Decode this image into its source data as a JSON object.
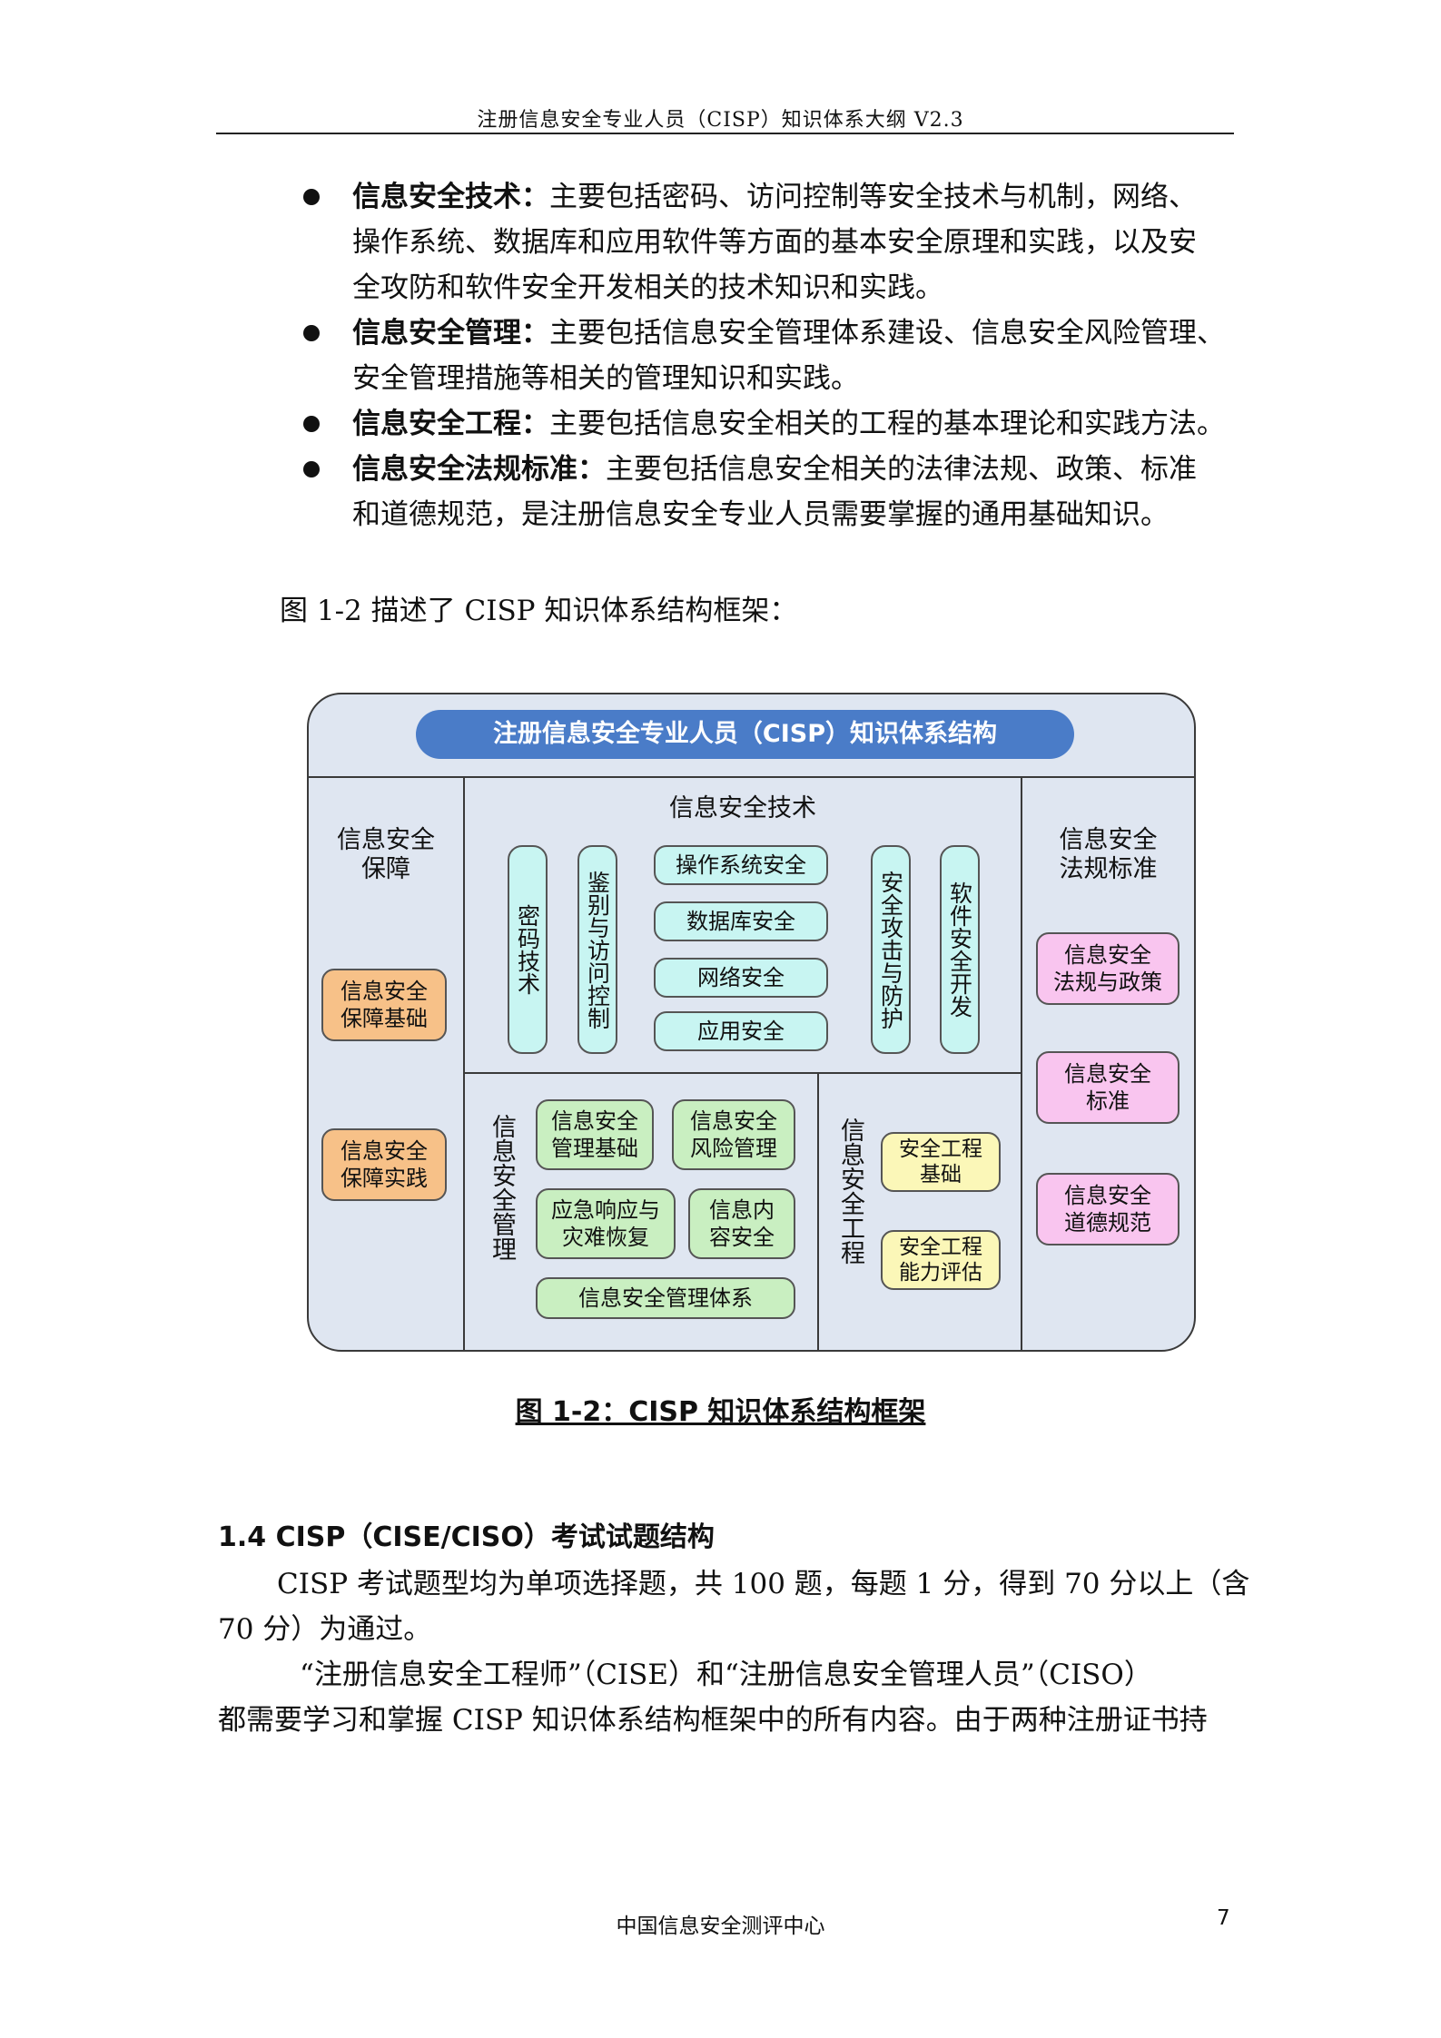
{
  "header": {
    "title": "注册信息安全专业人员（CISP）知识体系大纲 V2.3"
  },
  "bullets": [
    {
      "term": "信息安全技术",
      "sep": "：",
      "lines": [
        "主要包括密码、访问控制等安全技术与机制，网络、",
        "操作系统、数据库和应用软件等方面的基本安全原理和实践，以及安",
        "全攻防和软件安全开发相关的技术知识和实践。"
      ]
    },
    {
      "term": "信息安全管理",
      "sep": "：",
      "lines": [
        "主要包括信息安全管理体系建设、信息安全风险管理、",
        "安全管理措施等相关的管理知识和实践。"
      ]
    },
    {
      "term": "信息安全工程",
      "sep": "：",
      "lines": [
        "主要包括信息安全相关的工程的基本理论和实践方法。"
      ]
    },
    {
      "term": "信息安全法规标准",
      "sep": "：",
      "lines": [
        "主要包括信息安全相关的法律法规、政策、标准",
        "和道德规范，是注册信息安全专业人员需要掌握的通用基础知识。"
      ]
    }
  ],
  "intro": "图 1-2 描述了 CISP 知识体系结构框架：",
  "diagram": {
    "title": "注册信息安全专业人员（CISP）知识体系结构",
    "left": {
      "head1": "信息安全",
      "head2": "保障",
      "box1": "信息安全\n保障基础",
      "box2": "信息安全\n保障实践"
    },
    "tech": {
      "head": "信息安全技术",
      "v1": "密码技术",
      "v2": "鉴别与访问控制",
      "b1": "操作系统安全",
      "b2": "数据库安全",
      "b3": "网络安全",
      "b4": "应用安全",
      "v3": "安全攻击与防护",
      "v4": "软件安全开发"
    },
    "mgmt": {
      "head": "信息安全管理",
      "b1": "信息安全\n管理基础",
      "b2": "信息安全\n风险管理",
      "b3": "应急响应与\n灾难恢复",
      "b4": "信息内\n容安全",
      "b5": "信息安全管理体系"
    },
    "eng": {
      "head": "信息安全工程",
      "b1": "安全工程\n基础",
      "b2": "安全工程\n能力评估"
    },
    "right": {
      "head1": "信息安全",
      "head2": "法规标准",
      "b1": "信息安全\n法规与政策",
      "b2": "信息安全\n标准",
      "b3": "信息安全\n道德规范"
    },
    "colors": {
      "title": "#4a7cc8",
      "background": "#dfe6f1",
      "orange": "#f7c188",
      "pink": "#f9c5ef",
      "cyan": "#c8f5f2",
      "green": "#c9efc1",
      "yellow": "#fbf7b8"
    }
  },
  "caption": "图 1-2：CISP 知识体系结构框架",
  "section": {
    "heading": "1.4  CISP（CISE/CISO）考试试题结构"
  },
  "paragraphs": {
    "p1_line1": "CISP 考试题型均为单项选择题，共 100 题，每题 1 分，得到 70 分以上（含",
    "p1_line2": "70 分）为通过。",
    "p2_line1": "“注册信息安全工程师”（CISE）和“注册信息安全管理人员”（CISO）",
    "p2_line2": "都需要学习和掌握 CISP 知识体系结构框架中的所有内容。由于两种注册证书持"
  },
  "footer": {
    "center": "中国信息安全测评中心",
    "page": "7"
  }
}
